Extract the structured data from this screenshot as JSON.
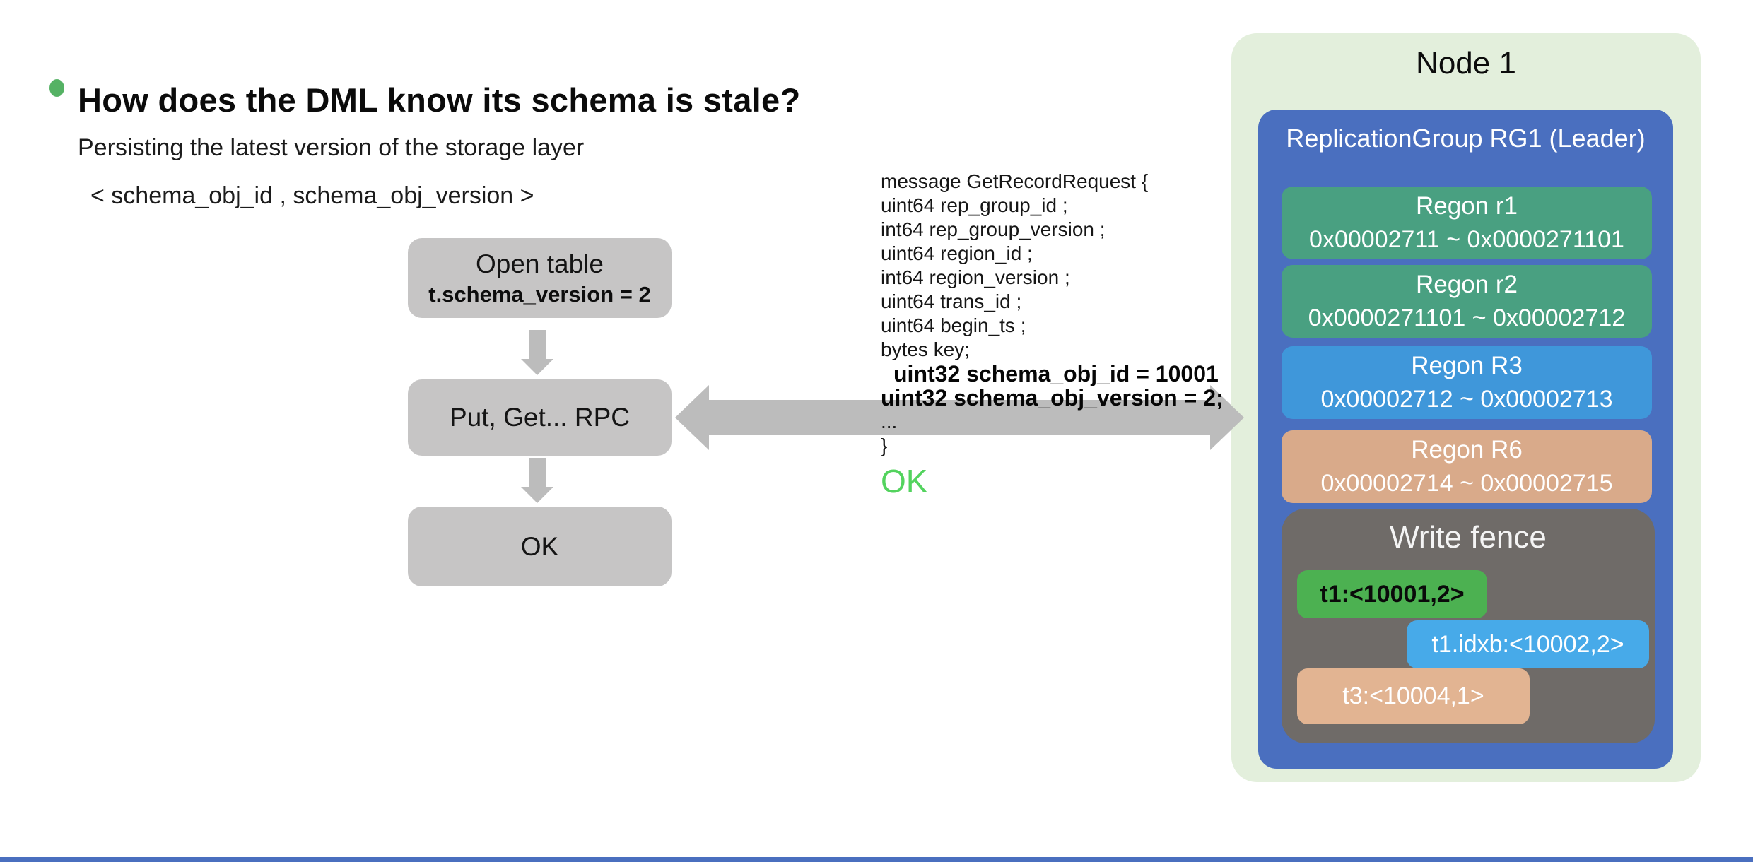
{
  "header": {
    "title": "How does the DML know its schema is stale?",
    "subtitle": "Persisting the latest version of the storage layer",
    "schema_pair": "< schema_obj_id , schema_obj_version >"
  },
  "flow": {
    "open_table_line1": "Open table",
    "open_table_line2": "t.schema_version = 2",
    "rpc": "Put, Get... RPC",
    "ok": "OK"
  },
  "code": {
    "lines": [
      "message GetRecordRequest {",
      "uint64 rep_group_id ;",
      "int64 rep_group_version ;",
      "uint64 region_id ;",
      "int64 region_version ;",
      "uint64 trans_id ;",
      "uint64 begin_ts ;",
      "bytes key;",
      "uint32 schema_obj_id = 10001",
      "uint32 schema_obj_version = 2;",
      "...",
      "}"
    ],
    "result": "OK"
  },
  "node": {
    "title": "Node 1",
    "replication_group": "ReplicationGroup RG1 (Leader)",
    "regions": [
      {
        "name": "Regon r1",
        "range": "0x00002711 ~ 0x0000271101",
        "color": "#49a081"
      },
      {
        "name": "Regon r2",
        "range": "0x0000271101 ~ 0x00002712",
        "color": "#49a081"
      },
      {
        "name": "Regon R3",
        "range": "0x00002712 ~ 0x00002713",
        "color": "#3f97da"
      },
      {
        "name": "Regon R6",
        "range": "0x00002714 ~ 0x00002715",
        "color": "#d9aa8a"
      }
    ],
    "write_fence": {
      "title": "Write fence",
      "entries": [
        "t1:<10001,2>",
        "t1.idxb:<10002,2>",
        "t3:<10004,1>"
      ]
    }
  },
  "colors": {
    "node_panel_bg": "#e3efdc",
    "replication_group_bg": "#4a6fbf",
    "write_fence_bg": "#6f6b68",
    "fence_entry_green": "#4cb151",
    "fence_entry_blue": "#47aae9",
    "fence_entry_tan": "#e2b492",
    "flow_box_gray": "#c6c5c5",
    "arrow_gray": "#bcbcbc",
    "ok_green": "#53d35e",
    "bullet_green": "#55b264"
  }
}
